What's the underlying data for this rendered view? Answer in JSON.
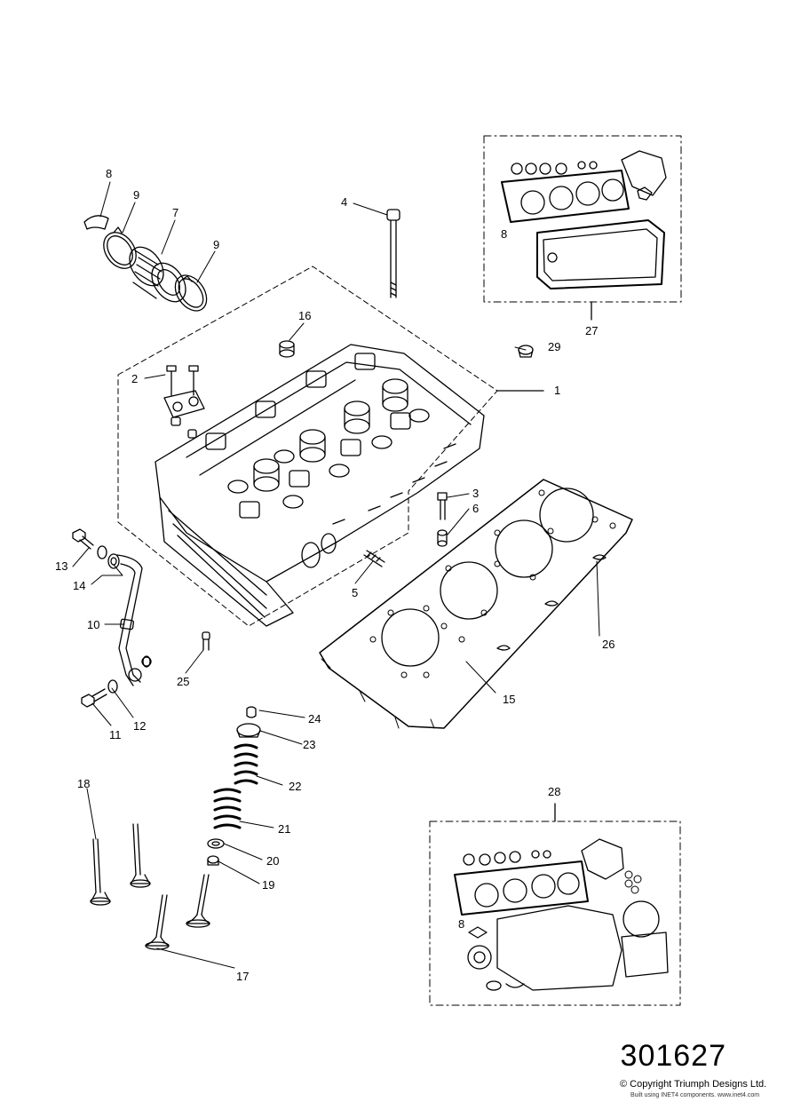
{
  "diagram": {
    "callouts": [
      "1",
      "2",
      "3",
      "4",
      "5",
      "6",
      "7",
      "8",
      "9",
      "9",
      "10",
      "11",
      "12",
      "13",
      "14",
      "15",
      "16",
      "17",
      "18",
      "19",
      "20",
      "21",
      "22",
      "23",
      "24",
      "25",
      "26",
      "27",
      "28",
      "29"
    ],
    "kit_small_label": "8",
    "figure_number": "301627",
    "copyright": "© Copyright Triumph Designs Ltd.",
    "credit": "Built using INET4 components. www.inet4.com"
  }
}
